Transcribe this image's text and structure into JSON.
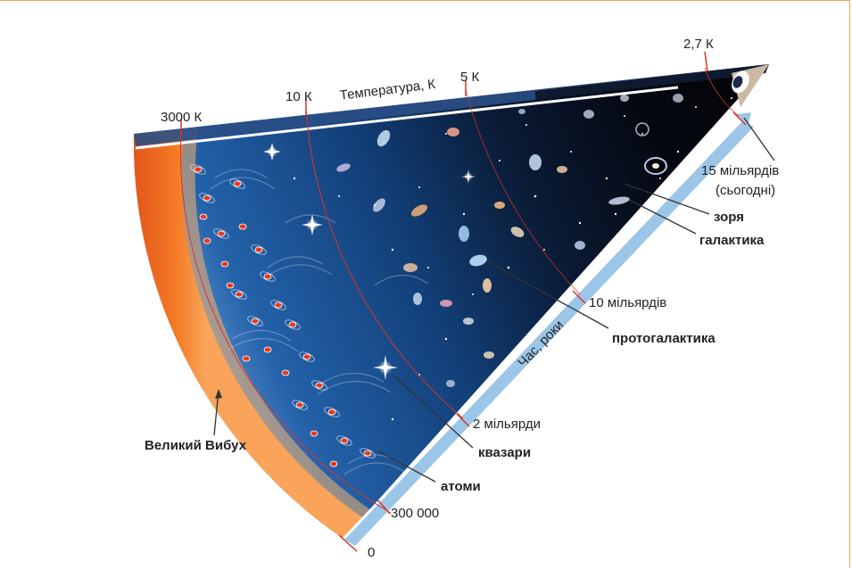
{
  "diagram": {
    "temperature_axis": {
      "title": "Температура, К",
      "ticks": [
        "3000 К",
        "10 К",
        "5 К",
        "2,7 К"
      ]
    },
    "time_axis": {
      "title": "Час, роки",
      "ticks": [
        "0",
        "300 000",
        "2 мільярди",
        "10 мільярдів",
        "15 мільярдів",
        "(сьогодні)"
      ]
    },
    "labels": {
      "big_bang": "Великий Вибух",
      "atoms": "атоми",
      "quasars": "квазари",
      "protogalaxy": "протогалактика",
      "star": "зоря",
      "galaxy": "галактика"
    },
    "colors": {
      "fireball": "#f06a1e",
      "early_universe": "#1f5fa8",
      "late_universe": "#05060d",
      "time_axis_bar": "#9cc6e8",
      "tick": "#d9342b",
      "frame": "#f0a94a"
    }
  }
}
